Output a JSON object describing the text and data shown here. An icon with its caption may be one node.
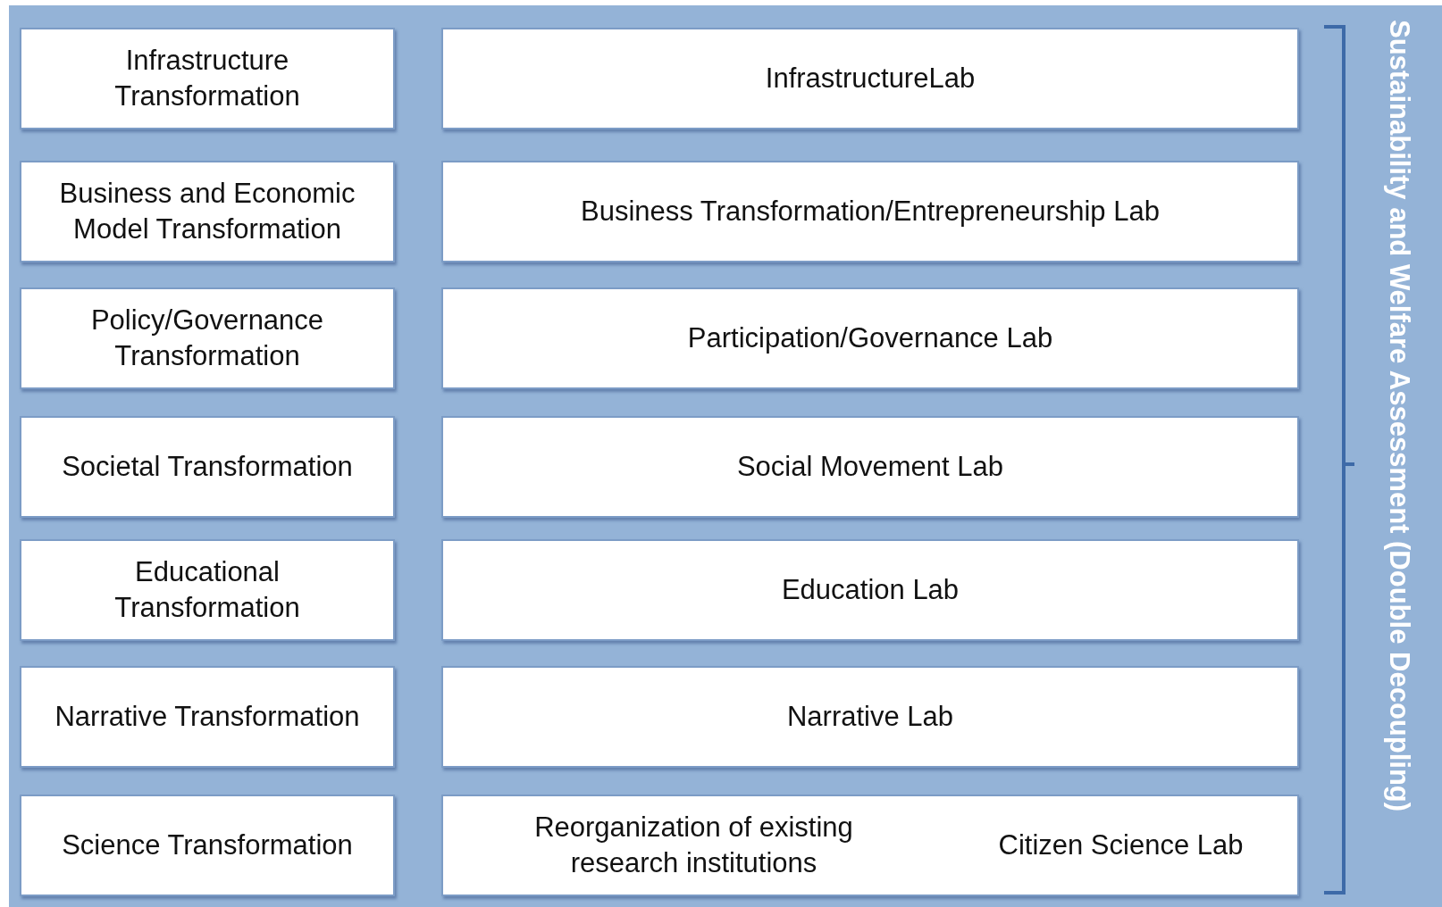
{
  "diagram": {
    "nodes": [
      {
        "text": [
          "Sustainability and Welfare Assessment (Double Decoupling)"
        ]
      },
      {
        "text": [
          "Infrastructure Transformation"
        ],
        "in": 0
      },
      {
        "text": [
          "InfrastructureLab"
        ],
        "in": 0
      },
      {
        "text": [
          "Business and Economic Model Transformation"
        ],
        "in": 0
      },
      {
        "text": [
          "Business Transformation/Entrepreneurship Lab"
        ],
        "in": 0
      },
      {
        "text": [
          "Policy/Governance Transformation"
        ],
        "in": 0
      },
      {
        "text": [
          "Participation/Governance Lab"
        ],
        "in": 0
      },
      {
        "text": [
          "Societal Transformation"
        ],
        "in": 0
      },
      {
        "text": [
          "Social Movement Lab"
        ],
        "in": 0
      },
      {
        "text": [
          "Educational Transformation"
        ],
        "in": 0
      },
      {
        "text": [
          "Education Lab"
        ],
        "in": 0
      },
      {
        "text": [
          "Narrative Transformation"
        ],
        "in": 0
      },
      {
        "text": [
          "Narrative Lab"
        ],
        "in": 0
      },
      {
        "text": [
          "Science Transformation"
        ],
        "in": 0
      },
      {
        "text": [
          "Reorganization of existing research institutions",
          "Citizen Science Lab"
        ],
        "in": 0
      }
    ],
    "edges": []
  }
}
